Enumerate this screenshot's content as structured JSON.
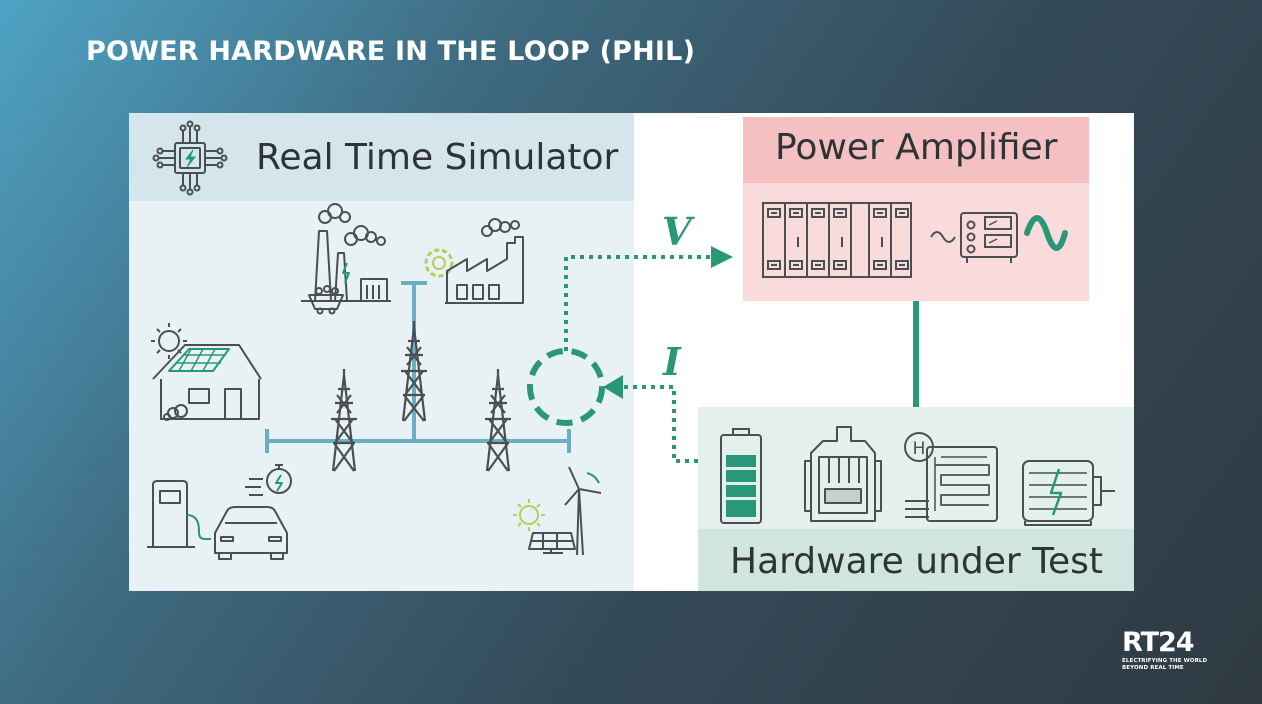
{
  "slide": {
    "title": "POWER HARDWARE IN THE LOOP (PHIL)"
  },
  "diagram": {
    "simulator_label": "Real Time Simulator",
    "amplifier_label": "Power Amplifier",
    "hut_label": "Hardware under Test",
    "voltage_symbol": "V",
    "current_symbol": "I",
    "hydrogen_symbol": "H"
  },
  "logo": {
    "name": "RT24",
    "tagline_line1": "ELECTRIFYING THE WORLD",
    "tagline_line2": "BEYOND REAL TIME"
  },
  "colors": {
    "teal": "#2a9778",
    "line_blue": "#6aaec2",
    "simulator_bg": "#e8f1f4",
    "simulator_header": "#d4e6ec",
    "amplifier_header": "#f4c0c2",
    "amplifier_bg": "#fadbdc",
    "hut_bg": "#e4f0ec",
    "hut_header": "#cfe5de",
    "icon_stroke": "#4a4f52"
  }
}
